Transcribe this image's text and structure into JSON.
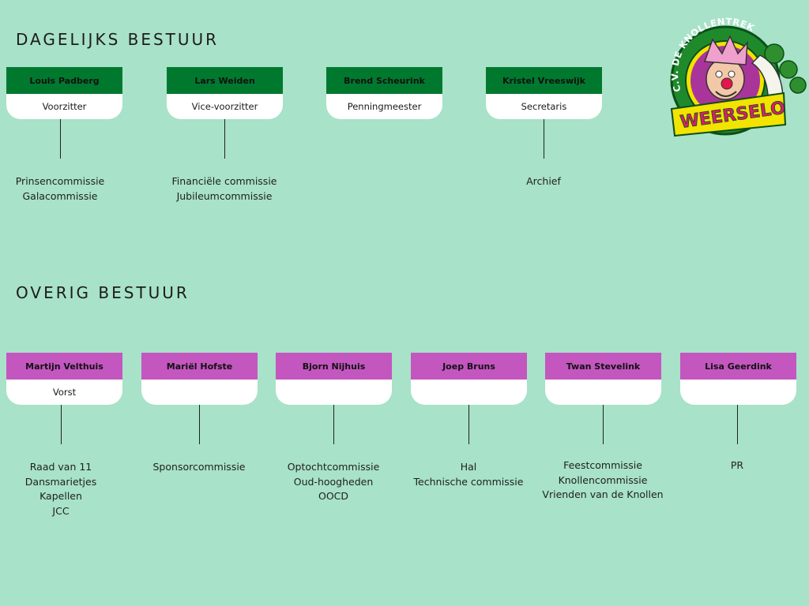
{
  "sections": [
    {
      "title": "DAGELIJKS BESTUUR",
      "members": [
        {
          "name": "Louis Padberg",
          "role": "Voorzitter",
          "committees": [
            "Prinsencommissie",
            "Galacommissie"
          ]
        },
        {
          "name": "Lars Weiden",
          "role": "Vice-voorzitter",
          "committees": [
            "Financiële commissie",
            "Jubileumcommissie"
          ]
        },
        {
          "name": "Brend Scheurink",
          "role": "Penningmeester",
          "committees": []
        },
        {
          "name": "Kristel Vreeswijk",
          "role": "Secretaris",
          "committees": [
            "Archief"
          ]
        }
      ]
    },
    {
      "title": "OVERIG BESTUUR",
      "members": [
        {
          "name": "Martijn Velthuis",
          "role": "Vorst",
          "committees": [
            "Raad van 11",
            "Dansmarietjes",
            "Kapellen",
            "JCC"
          ]
        },
        {
          "name": "Mariël Hofste",
          "role": "",
          "committees": [
            "Sponsorcommissie"
          ]
        },
        {
          "name": "Bjorn Nijhuis",
          "role": "",
          "committees": [
            "Optochtcommissie",
            "Oud-hoogheden",
            "OOCD"
          ]
        },
        {
          "name": "Joep Bruns",
          "role": "",
          "committees": [
            "Hal",
            "Technische commissie"
          ]
        },
        {
          "name": "Twan Stevelink",
          "role": "",
          "committees": [
            "Feestcommissie",
            "Knollencommissie",
            "Vrienden van de Knollen"
          ]
        },
        {
          "name": "Lisa Geerdink",
          "role": "",
          "committees": [
            "PR"
          ]
        }
      ]
    }
  ],
  "logo": {
    "ring_text": "C.V. DE KNOLLENTREKKERS",
    "banner_text": "WEERSELO"
  },
  "colors": {
    "background": "#a8e2c8",
    "green_header": "#00792f",
    "purple_header": "#c456c0"
  }
}
